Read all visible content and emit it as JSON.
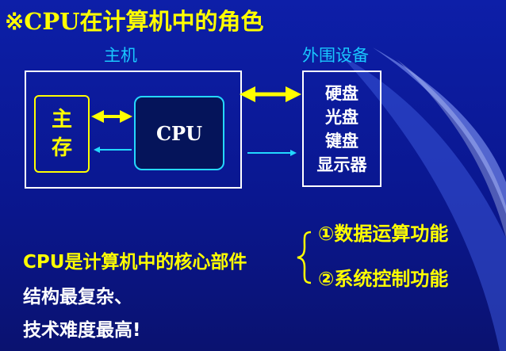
{
  "title": "※CPU在计算机中的角色",
  "host_label": "主机",
  "peripheral_label": "外围设备",
  "memory_label_lines": [
    "主",
    "存"
  ],
  "cpu_label": "CPU",
  "devices": [
    "硬盘",
    "光盘",
    "键盘",
    "显示器"
  ],
  "core_statement": "CPU是计算机中的核心部件",
  "notes": [
    "结构最复杂、",
    "技术难度最高!"
  ],
  "functions": [
    "①数据运算功能",
    "②系统控制功能"
  ],
  "colors": {
    "background": "#0d1fa8",
    "title": "#ffff00",
    "label": "#19c8ff",
    "memory": "#ffff00",
    "cpu_border": "#25d8ff"
  }
}
